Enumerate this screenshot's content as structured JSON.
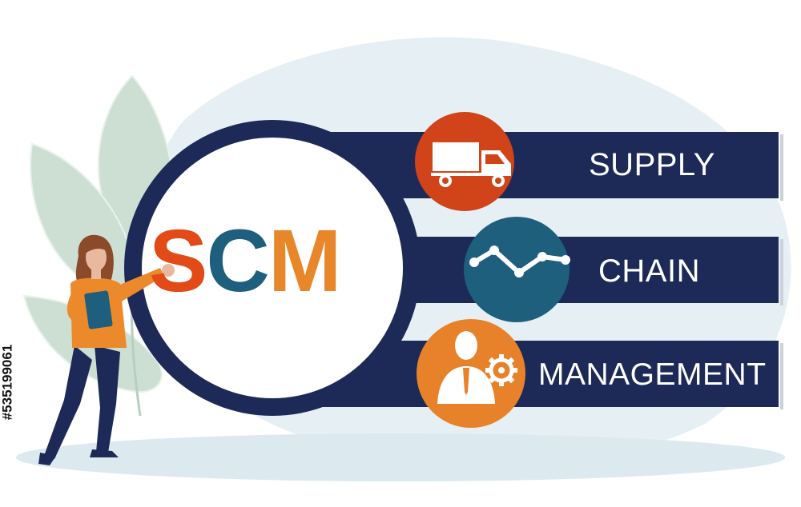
{
  "acronym": {
    "letters": [
      "S",
      "C",
      "M"
    ],
    "colors": [
      "#e24a17",
      "#1e5f7d",
      "#e8862a"
    ]
  },
  "rows": [
    {
      "label": "SUPPLY",
      "icon": "truck-icon",
      "circle_color": "#d14419"
    },
    {
      "label": "CHAIN",
      "icon": "trend-line-icon",
      "circle_color": "#1f5f7e"
    },
    {
      "label": "MANAGEMENT",
      "icon": "manager-gear-icon",
      "circle_color": "#e7822a"
    }
  ],
  "stock_id": "#535199061",
  "colors": {
    "navy": "#1d2a57",
    "leaf": "#cfe0d4",
    "blob": "#e4eef3",
    "floor": "#dcebf1",
    "skin": "#e8b99e",
    "hair": "#8b4a2a",
    "shirt": "#ec8a2b",
    "pants": "#1d2a57"
  }
}
